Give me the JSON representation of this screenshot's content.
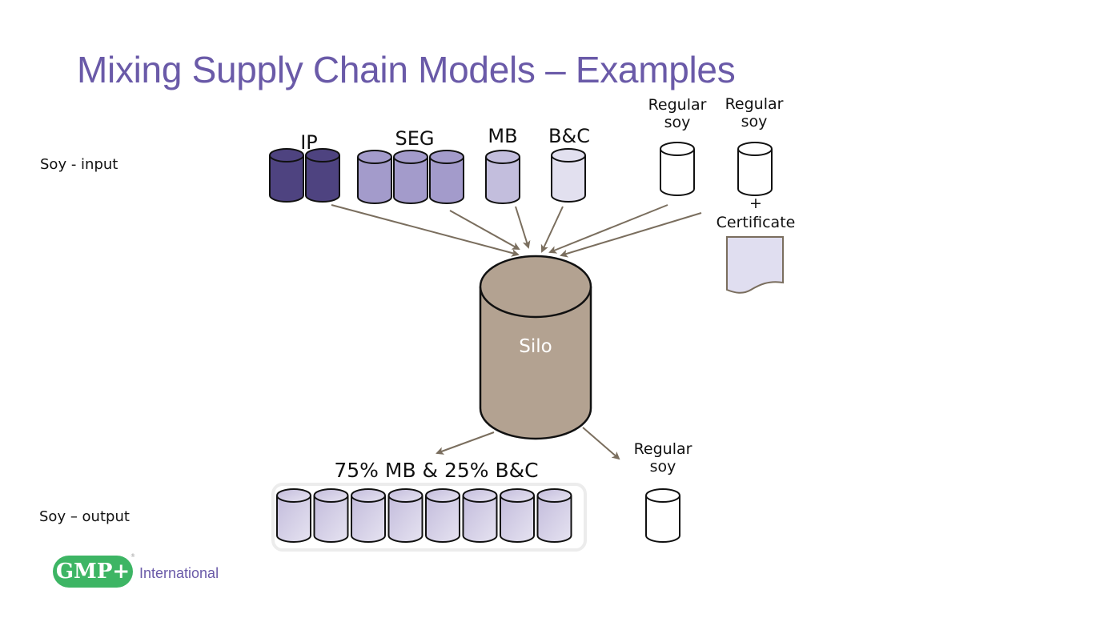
{
  "slide": {
    "title": "Mixing Supply Chain Models – Examples",
    "row_labels": {
      "input": "Soy - input",
      "output": "Soy – output"
    }
  },
  "colors": {
    "title": "#6a5aa8",
    "ip": "#4e4380",
    "seg": "#a39bcb",
    "mb": "#c3bedd",
    "bc": "#e2e0ef",
    "regular": "#ffffff",
    "silo": "#b3a291",
    "arrow": "#7a6e5e",
    "certificate": "#e0def0",
    "output_barrel": "#cdc8e3",
    "logo_green": "#3db564"
  },
  "inputs": [
    {
      "id": "ip",
      "label": "IP",
      "count": 2
    },
    {
      "id": "seg",
      "label": "SEG",
      "count": 3
    },
    {
      "id": "mb",
      "label": "MB",
      "count": 1
    },
    {
      "id": "bc",
      "label": "B&C",
      "count": 1
    },
    {
      "id": "regular1",
      "label": "Regular\nsoy",
      "count": 1
    },
    {
      "id": "regular2",
      "label": "Regular\nsoy",
      "count": 1
    }
  ],
  "regular_soy_label": "Regular",
  "regular_soy_label2": "soy",
  "certificate": {
    "plus": "+",
    "label": "Certificate"
  },
  "silo": {
    "label": "Silo"
  },
  "outputs": {
    "mixed": {
      "label": "75% MB & 25% B&C",
      "count": 8
    },
    "regular": {
      "label_line1": "Regular",
      "label_line2": "soy",
      "count": 1
    }
  },
  "logo": {
    "brand": "GMP+",
    "suffix": "International"
  }
}
